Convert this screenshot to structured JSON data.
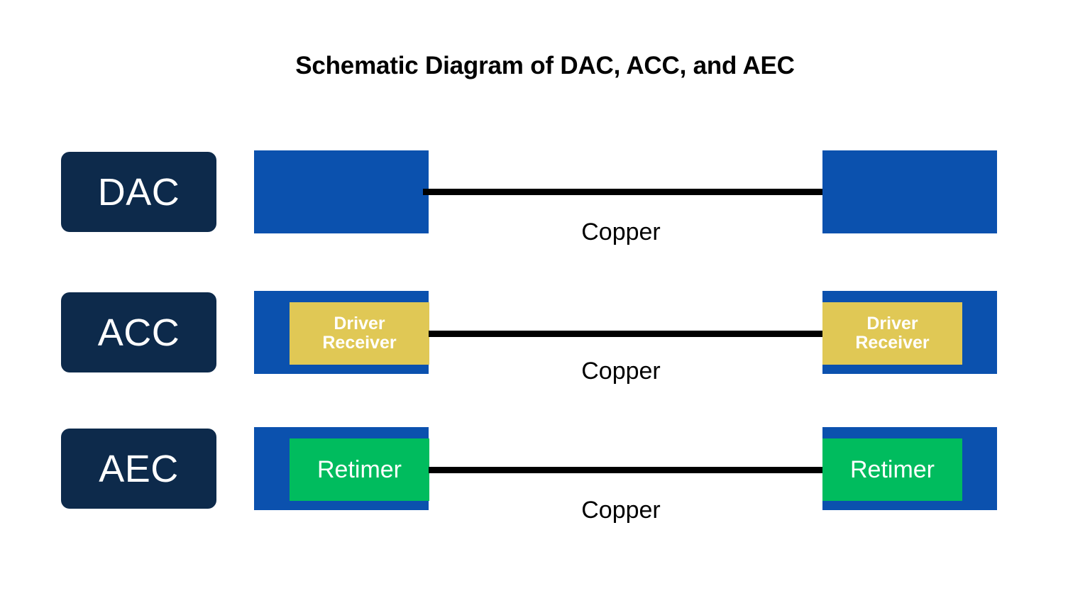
{
  "title": "Schematic Diagram of DAC, ACC, and AEC",
  "colors": {
    "background": "#ffffff",
    "label_chip": "#0D2A4B",
    "endpoint_block": "#0B51AE",
    "driver_receiver": "#E0C855",
    "retimer": "#00BC5E",
    "connector_line": "#000000",
    "text_on_dark": "#ffffff",
    "text_on_light": "#000000"
  },
  "rows": [
    {
      "id": "dac",
      "label": "DAC",
      "left_module": null,
      "right_module": null,
      "link_label": "Copper"
    },
    {
      "id": "acc",
      "label": "ACC",
      "left_module": {
        "line1": "Driver",
        "line2": "Receiver",
        "color": "#E0C855"
      },
      "right_module": {
        "line1": "Driver",
        "line2": "Receiver",
        "color": "#E0C855"
      },
      "link_label": "Copper"
    },
    {
      "id": "aec",
      "label": "AEC",
      "left_module": {
        "line1": "Retimer",
        "line2": "",
        "color": "#00BC5E"
      },
      "right_module": {
        "line1": "Retimer",
        "line2": "",
        "color": "#00BC5E"
      },
      "link_label": "Copper"
    }
  ]
}
